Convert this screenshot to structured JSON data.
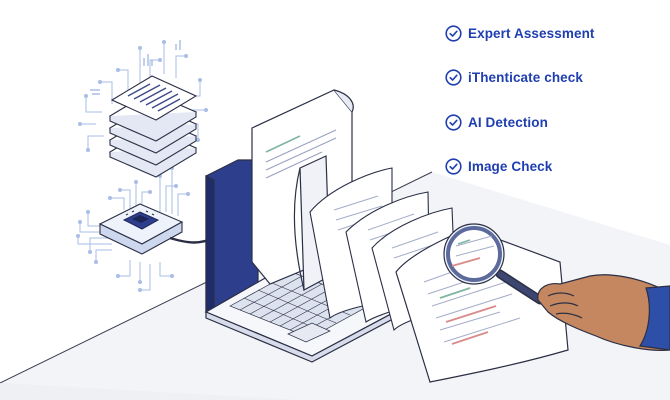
{
  "checklist": {
    "items": [
      {
        "label": "Expert Assessment",
        "icon": "check-circle-icon"
      },
      {
        "label": "iThenticate check",
        "icon": "check-circle-icon"
      },
      {
        "label": "AI Detection",
        "icon": "check-circle-icon"
      },
      {
        "label": "Image Check",
        "icon": "check-circle-icon"
      }
    ]
  },
  "colors": {
    "accent": "#1f3fb0",
    "line": "#2b2f45",
    "circuit": "#a9bde6",
    "laptop_screen": "#2d3f8c",
    "hand": "#c58760",
    "sleeve": "#2e4fa8",
    "desk": "#f1f2f6",
    "red_mark": "#d98a8a",
    "green_mark": "#7fb6a2"
  }
}
